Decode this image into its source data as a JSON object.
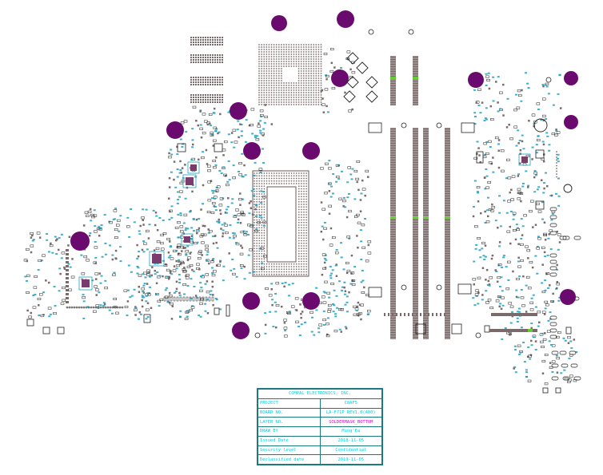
{
  "colors": {
    "pad_fill": "#7b6a6a",
    "mounting_hole": "#6b0a6e",
    "outline": "#202020",
    "silk_label": "#1fa0c0",
    "title_text": "#00cfe0",
    "title_border": "#1a7a80",
    "layer_text": "#e000e0",
    "connector_tab": "#66cc33"
  },
  "title_block": {
    "company": "COMPAL ELECTRONICS, INC.",
    "rows": [
      {
        "label": "PROJECT",
        "value": "C8AF5"
      },
      {
        "label": "BOARD NO.",
        "value": "LA-F71P REV1.0(A00)"
      },
      {
        "label": "LAYER NO.",
        "value": "SOLDERMASK_BOTTOM"
      },
      {
        "label": "DRAW BY",
        "value": "Ming'Ea"
      },
      {
        "label": "Issued Date",
        "value": "2018-11-05"
      },
      {
        "label": "Security level",
        "value": "Confidential"
      },
      {
        "label": "Declassified date",
        "value": "2019-11-05"
      }
    ]
  }
}
